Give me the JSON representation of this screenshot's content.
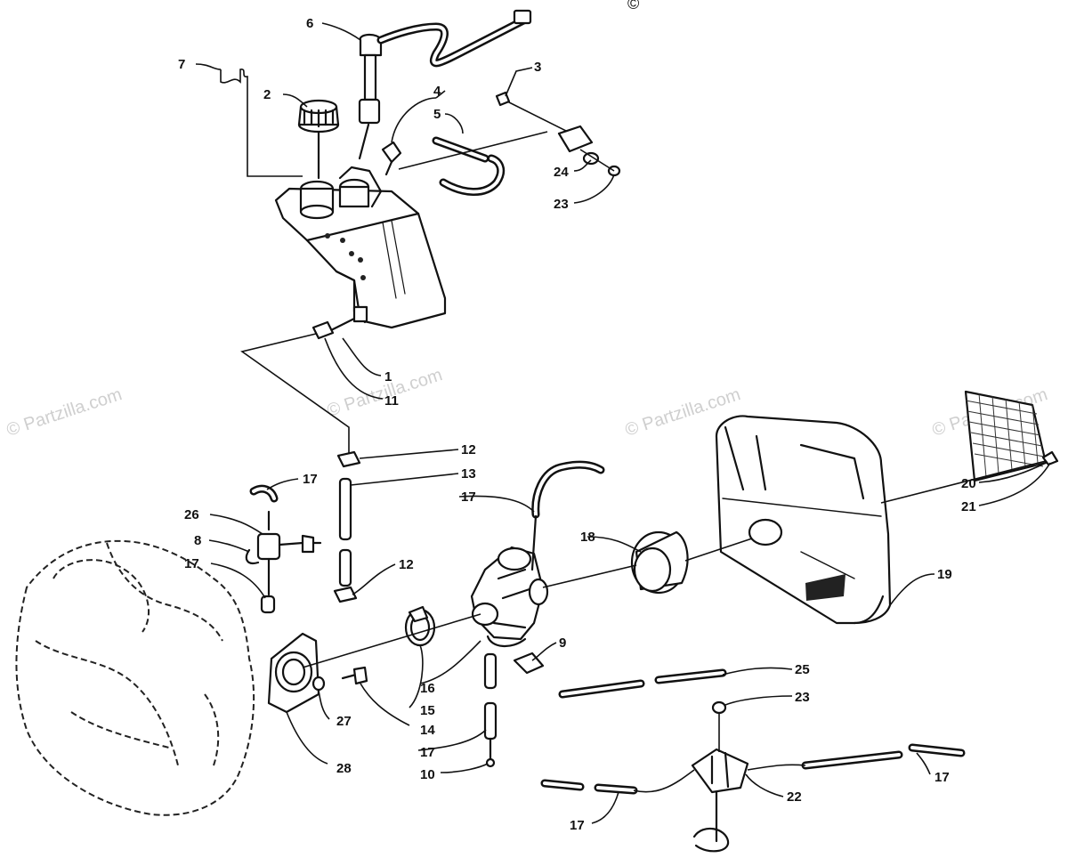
{
  "watermark": {
    "text": "© Partzilla.com",
    "top_symbol": "©"
  },
  "callouts": {
    "p1": "1",
    "p2": "2",
    "p3": "3",
    "p4": "4",
    "p5": "5",
    "p6": "6",
    "p7": "7",
    "p8": "8",
    "p9": "9",
    "p10": "10",
    "p11": "11",
    "p12a": "12",
    "p12b": "12",
    "p13": "13",
    "p14": "14",
    "p15": "15",
    "p16": "16",
    "p17a": "17",
    "p17b": "17",
    "p17c": "17",
    "p17d": "17",
    "p17e": "17",
    "p17f": "17",
    "p18": "18",
    "p19": "19",
    "p20": "20",
    "p21": "21",
    "p22": "22",
    "p23a": "23",
    "p23b": "23",
    "p24": "24",
    "p25": "25",
    "p26": "26",
    "p27": "27",
    "p28": "28"
  }
}
